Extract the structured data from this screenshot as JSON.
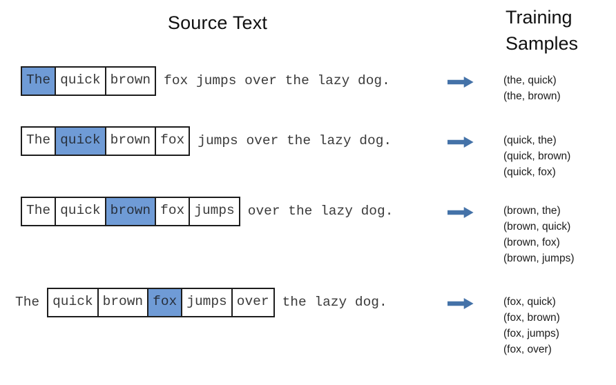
{
  "headers": {
    "source_text": "Source Text",
    "training_samples_line1": "Training",
    "training_samples_line2": "Samples"
  },
  "colors": {
    "highlight": "#6f9bd6",
    "arrow": "#4472a8",
    "border": "#1c1c1c",
    "text": "#3a3a3a"
  },
  "sentence": "The quick brown fox jumps over the lazy dog.",
  "icons": {
    "arrow": "right-arrow-icon"
  },
  "rows": [
    {
      "id": "row-1",
      "center_word": "The",
      "before_plain": "",
      "window": [
        {
          "text": "The",
          "highlight": true
        },
        {
          "text": "quick",
          "highlight": false
        },
        {
          "text": "brown",
          "highlight": false
        }
      ],
      "after_plain": "fox jumps over the lazy dog.",
      "samples": [
        "(the, quick)",
        "(the, brown)"
      ]
    },
    {
      "id": "row-2",
      "center_word": "quick",
      "before_plain": "",
      "window": [
        {
          "text": "The",
          "highlight": false
        },
        {
          "text": "quick",
          "highlight": true
        },
        {
          "text": "brown",
          "highlight": false
        },
        {
          "text": "fox",
          "highlight": false
        }
      ],
      "after_plain": "jumps over the lazy dog.",
      "samples": [
        "(quick, the)",
        "(quick, brown)",
        "(quick, fox)"
      ]
    },
    {
      "id": "row-3",
      "center_word": "brown",
      "before_plain": "",
      "window": [
        {
          "text": "The",
          "highlight": false
        },
        {
          "text": "quick",
          "highlight": false
        },
        {
          "text": "brown",
          "highlight": true
        },
        {
          "text": "fox",
          "highlight": false
        },
        {
          "text": "jumps",
          "highlight": false
        }
      ],
      "after_plain": "over the lazy dog.",
      "samples": [
        "(brown, the)",
        "(brown, quick)",
        "(brown, fox)",
        "(brown, jumps)"
      ]
    },
    {
      "id": "row-4",
      "center_word": "fox",
      "before_plain": "The",
      "window": [
        {
          "text": "quick",
          "highlight": false
        },
        {
          "text": "brown",
          "highlight": false
        },
        {
          "text": "fox",
          "highlight": true
        },
        {
          "text": "jumps",
          "highlight": false
        },
        {
          "text": "over",
          "highlight": false
        }
      ],
      "after_plain": "the lazy dog.",
      "samples": [
        "(fox, quick)",
        "(fox, brown)",
        "(fox, jumps)",
        "(fox, over)"
      ]
    }
  ],
  "layout": {
    "row_tops": [
      94,
      181,
      283,
      415
    ],
    "row_lefts": [
      30,
      30,
      30,
      22
    ],
    "arrow_tops": [
      110,
      197,
      299,
      431
    ],
    "sample_tops": [
      105,
      192,
      294,
      426
    ]
  }
}
